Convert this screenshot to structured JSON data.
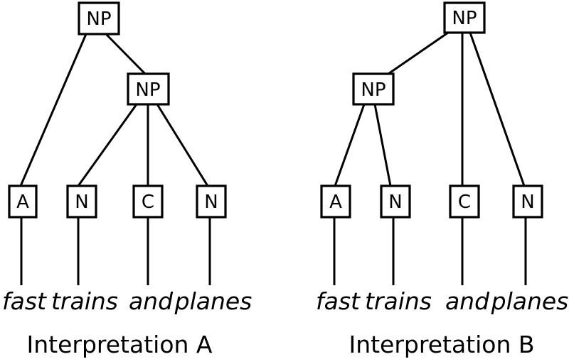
{
  "page": {
    "background_color": "#ffffff",
    "ink_color": "#000000"
  },
  "diagram": {
    "phrase": "fast trains and planes",
    "trees": [
      {
        "caption": "Interpretation A",
        "root_label": "NP",
        "inner_label": "NP",
        "leaf_labels": [
          "A",
          "N",
          "C",
          "N"
        ],
        "words": [
          "fast",
          "trains",
          "and",
          "planes"
        ],
        "edges": [
          [
            "root-NP",
            "leaf-A"
          ],
          [
            "root-NP",
            "inner-NP"
          ],
          [
            "inner-NP",
            "leaf-N1"
          ],
          [
            "inner-NP",
            "leaf-C"
          ],
          [
            "inner-NP",
            "leaf-N2"
          ]
        ]
      },
      {
        "caption": "Interpretation B",
        "root_label": "NP",
        "inner_label": "NP",
        "leaf_labels": [
          "A",
          "N",
          "C",
          "N"
        ],
        "words": [
          "fast",
          "trains",
          "and",
          "planes"
        ],
        "edges": [
          [
            "root-NP",
            "inner-NP"
          ],
          [
            "root-NP",
            "leaf-C"
          ],
          [
            "root-NP",
            "leaf-N2"
          ],
          [
            "inner-NP",
            "leaf-A"
          ],
          [
            "inner-NP",
            "leaf-N1"
          ]
        ]
      }
    ]
  }
}
